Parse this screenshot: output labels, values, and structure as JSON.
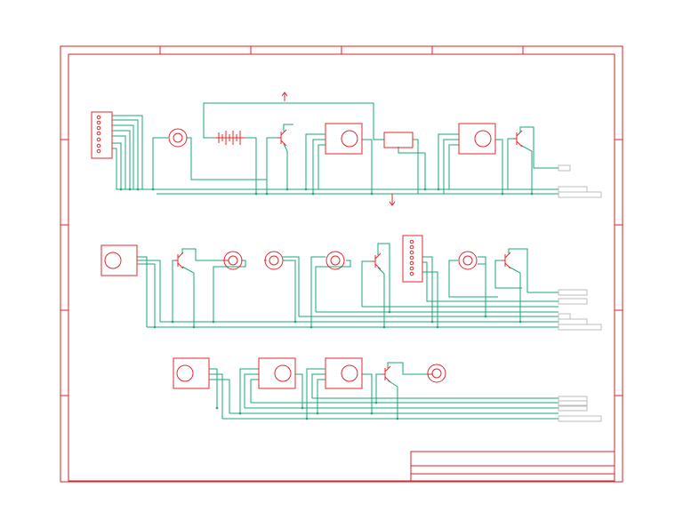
{
  "schematic": {
    "colors": {
      "component": "#e0282e",
      "wire": "#1aa77a",
      "frame": "#d8202a",
      "port": "#bcbcbc",
      "background": "#ffffff"
    },
    "title_block": {
      "title": "",
      "rows": 3
    },
    "rows": [
      {
        "name": "row-1",
        "components": [
          "connector-6pin",
          "relay-coil",
          "battery",
          "transistor",
          "module",
          "resistor",
          "module",
          "transistor"
        ],
        "ports": [
          "port",
          "port",
          "port"
        ]
      },
      {
        "name": "row-2",
        "components": [
          "module",
          "transistor",
          "relay-coil",
          "relay-coil",
          "relay-coil",
          "transistor",
          "connector-8pin",
          "relay-coil",
          "transistor"
        ],
        "ports": [
          "port",
          "port",
          "port",
          "port",
          "port"
        ]
      },
      {
        "name": "row-3",
        "components": [
          "module",
          "module",
          "module",
          "transistor",
          "relay-coil"
        ],
        "ports": [
          "port",
          "port",
          "port",
          "port"
        ]
      }
    ],
    "power_symbols": [
      "power-up-arrow",
      "ground-down-arrow"
    ]
  }
}
